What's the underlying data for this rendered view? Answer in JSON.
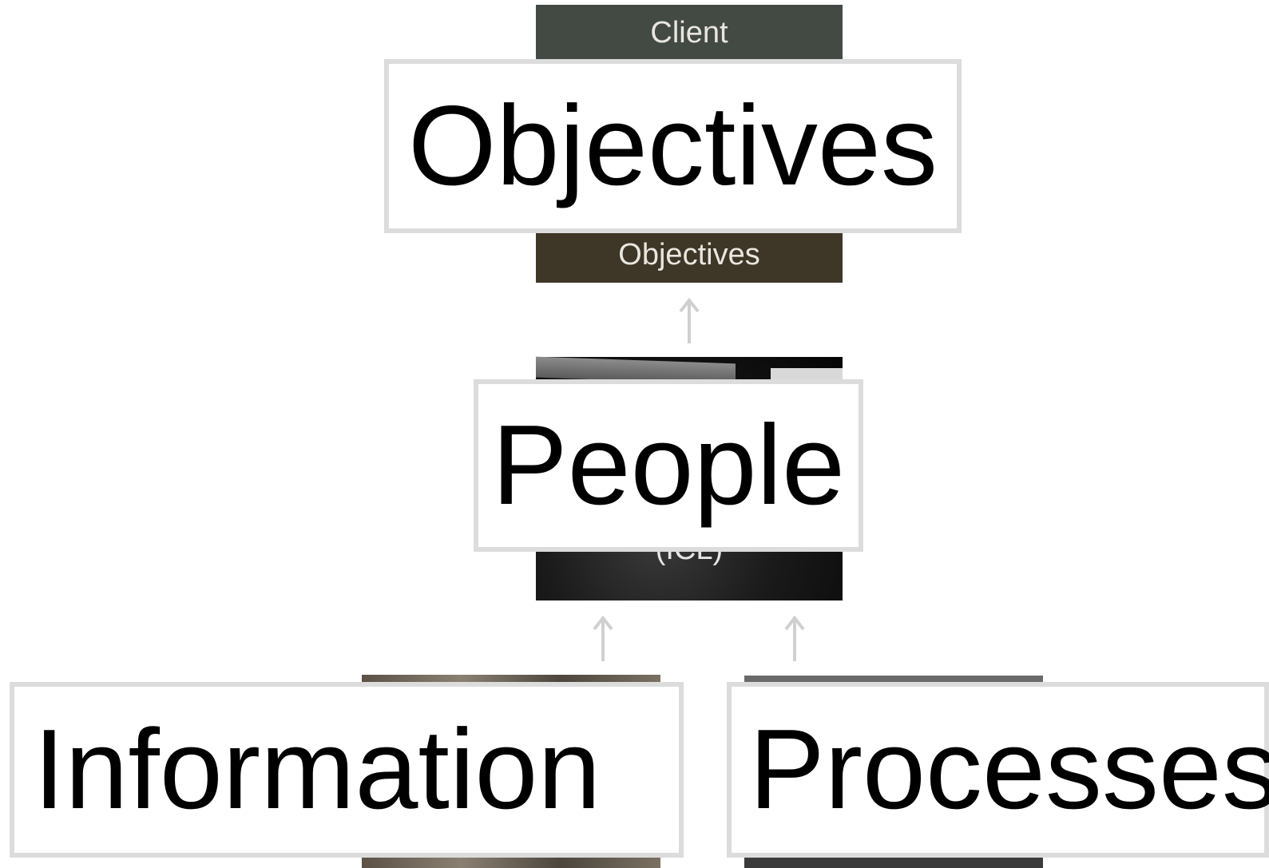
{
  "tiles": {
    "client_label": "Client",
    "objectives_label": "Objectives",
    "people_sub": "(ICL)"
  },
  "boxes": {
    "objectives": "Objectives",
    "people": "People",
    "information": "Information",
    "processes": "Processes"
  },
  "colors": {
    "client_tile": "#434a44",
    "objectives_tile": "#3e3626",
    "box_border": "#dcdcdc",
    "arrow": "#d0d0d0"
  }
}
